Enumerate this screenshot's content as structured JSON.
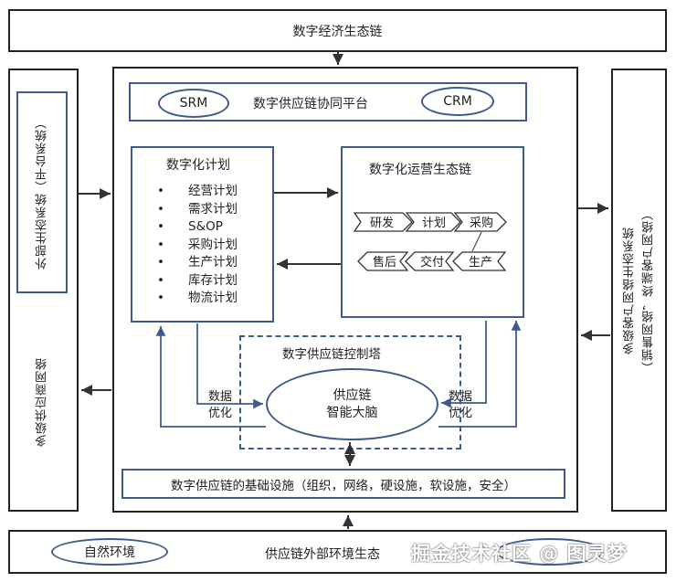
{
  "top_bar": {
    "label": "数字经济生态链"
  },
  "left_panel": {
    "inner_label": "外部生态系统（平台系统）",
    "outer_label": "多级供应商网络"
  },
  "right_panel": {
    "label_line1": "多级客户网络生态系统",
    "label_line2": "（销售网络，终端客户网络）"
  },
  "platform": {
    "srm": "SRM",
    "title": "数字供应链协同平台",
    "crm": "CRM"
  },
  "planning": {
    "title": "数字化计划",
    "items": [
      "经营计划",
      "需求计划",
      "S&OP",
      "采购计划",
      "生产计划",
      "库存计划",
      "物流计划"
    ]
  },
  "operations": {
    "title": "数字化运营生态链",
    "row1": [
      "研发",
      "计划",
      "采购"
    ],
    "row2": [
      "售后",
      "交付",
      "生产"
    ]
  },
  "control_tower": {
    "title": "数字供应链控制塔",
    "brain_line1": "供应链",
    "brain_line2": "智能大脑",
    "left_label_line1": "数据",
    "left_label_line2": "优化",
    "right_label_line1": "数据",
    "right_label_line2": "优化"
  },
  "infrastructure": {
    "label": "数字供应链的基础设施（组织，网络，硬设施，软设施，安全）"
  },
  "bottom_bar": {
    "left_ellipse": "自然环境",
    "label": "供应链外部环境生态",
    "watermark": "掘金技术社区 @ 图灵梦"
  },
  "colors": {
    "frame": "#222222",
    "accent": "#3f5a8c"
  }
}
